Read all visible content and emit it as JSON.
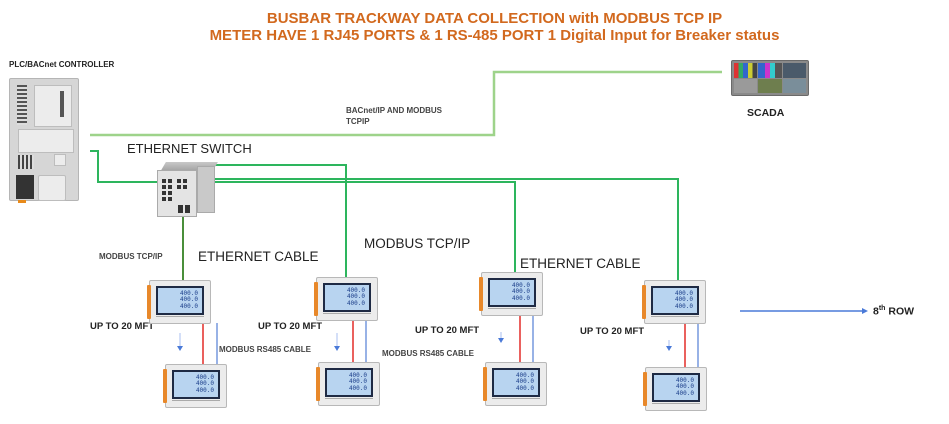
{
  "title": {
    "line1": "BUSBAR TRACKWAY DATA COLLECTION with MODBUS TCP IP",
    "line2": "METER HAVE 1 RJ45  PORTS  & 1 RS-485 PORT 1 Digital Input for Breaker status"
  },
  "colors": {
    "title": "#d2691e",
    "uplink_wire": "#9ed38a",
    "ethernet_wire": "#2db55d",
    "rs485_red": "#e53935",
    "rs485_blue": "#7f9fe0",
    "arrow": "#4a7ad8"
  },
  "devices": {
    "plc_label": "PLC/BACnet  CONTROLLER",
    "switch_label": "ETHERNET SWITCH",
    "scada_label": "SCADA",
    "plc_icon": "plc-controller-icon",
    "switch_icon": "ethernet-switch-icon",
    "scada_icon": "scada-monitor-wall-icon",
    "meter_icon": "multifunction-meter-icon"
  },
  "labels": {
    "uplink_line1": "BACnet/IP AND MODBUS",
    "uplink_line2": "TCPIP",
    "modbus_tcpip_small": "MODBUS TCP/IP",
    "ethernet_cable_1": "ETHERNET CABLE",
    "modbus_tcpip_large": "MODBUS TCP/IP",
    "ethernet_cable_2": "ETHERNET CABLE",
    "up_to_mft": [
      "UP TO 20 MFT",
      "UP TO 20 MFT",
      "UP TO 20 MFT",
      "UP TO 20 MFT"
    ],
    "rs485_cable_1": "MODBUS RS485 CABLE",
    "rs485_cable_2": "MODBUS RS485 CABLE",
    "next_row_prefix": "8",
    "next_row_sup": "th",
    "next_row_suffix": " ROW"
  },
  "meter_readings": [
    "400.0",
    "400.0",
    "400.0"
  ]
}
